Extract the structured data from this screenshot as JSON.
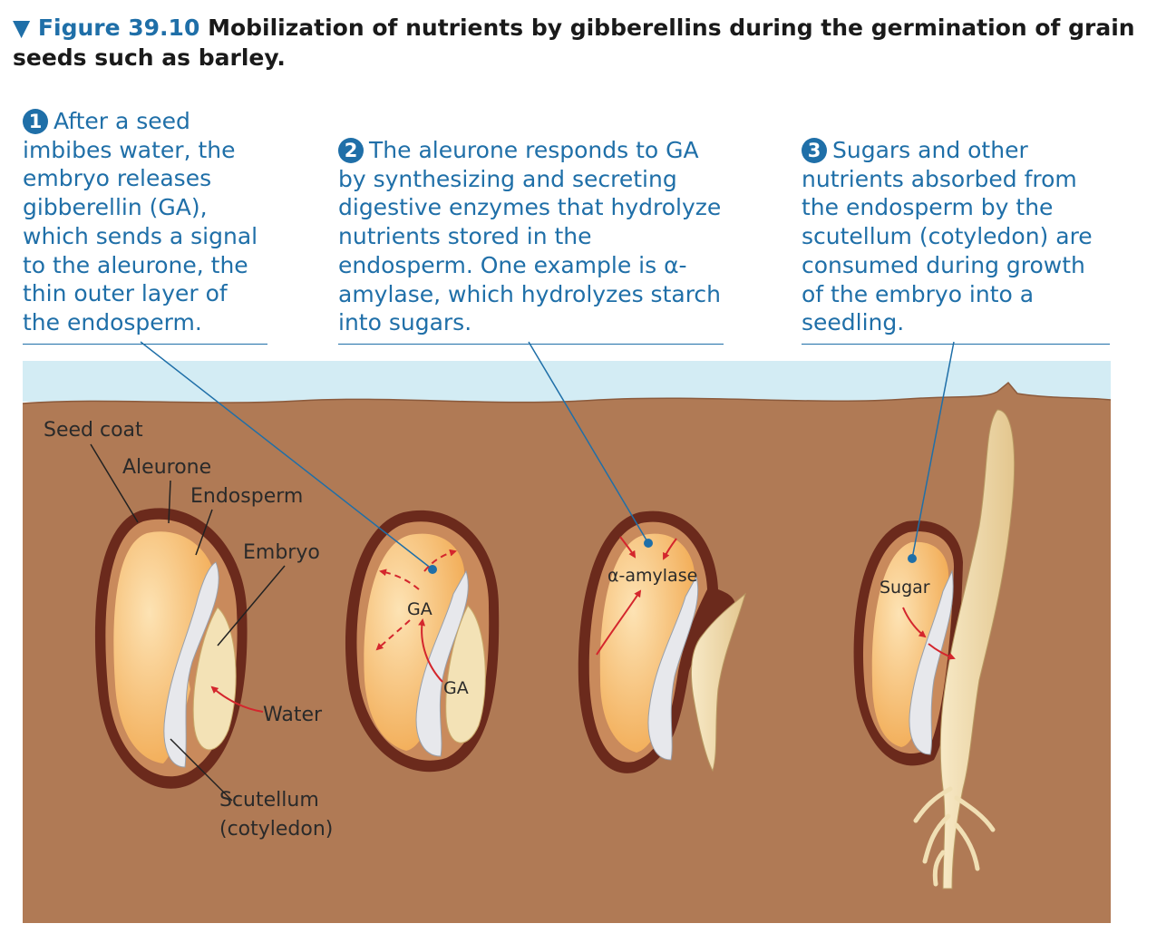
{
  "caption": {
    "figure_label": "▼ Figure 39.10",
    "title": "Mobilization of nutrients by gibberellins during the germination of grain seeds such as barley."
  },
  "steps": [
    {
      "number": "1",
      "text": "After a seed imbibes water, the embryo releases gibberellin (GA), which sends a signal to the aleurone, the thin outer layer of the endosperm."
    },
    {
      "number": "2",
      "text": "The aleurone responds to GA by synthesizing and secreting digestive enzymes that hydrolyze nutrients stored in the endosperm. One example is α-amylase, which hydrolyzes starch into sugars."
    },
    {
      "number": "3",
      "text": "Sugars and other nutrients absorbed from the endosperm by the scutellum (cotyledon) are consumed during growth of the embryo into a seedling."
    }
  ],
  "labels": {
    "seed_coat": "Seed coat",
    "aleurone": "Aleurone",
    "endosperm": "Endosperm",
    "embryo": "Embryo",
    "water": "Water",
    "scutellum": "Scutellum",
    "cotyledon": "(cotyledon)",
    "ga_1": "GA",
    "ga_2": "GA",
    "alpha_amylase": "α-amylase",
    "sugar": "Sugar"
  },
  "colors": {
    "callout_blue": "#1f6fa8",
    "sky": "#d3ecf4",
    "soil": "#b07a55",
    "seed_coat": "#6b2a1c",
    "endosperm": "#f4b463",
    "scutellum": "#e7e8ec",
    "embryo": "#f3e2b6",
    "arrow_red": "#d4262d"
  }
}
